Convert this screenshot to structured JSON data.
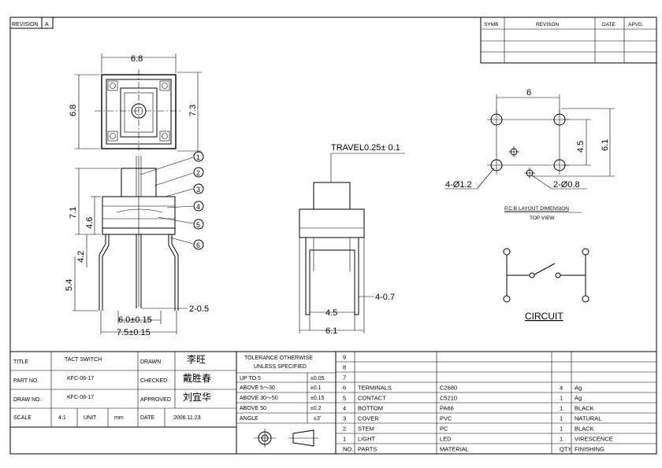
{
  "revision": {
    "label": "REVISION",
    "value": "A"
  },
  "rev_table": {
    "headers": [
      "SYMB",
      "REVISON",
      "DATE",
      "APVD."
    ]
  },
  "title_block": {
    "rows": [
      {
        "label": "TITLE",
        "value": "TACT SWITCH",
        "sign_label": "DRAWN",
        "sign": "李旺"
      },
      {
        "label": "PART NO.",
        "value": "KFC-06-17",
        "sign_label": "CHECKED",
        "sign": "戴胜春"
      },
      {
        "label": "DRAW NO.",
        "value": "KFC-06-17",
        "sign_label": "APPROVED",
        "sign": "刘宜华"
      }
    ],
    "scale_label": "SCALE",
    "scale": "4:1",
    "unit_label": "UNIT",
    "unit": "mm",
    "date_label": "DATE",
    "date": "2006.11.23"
  },
  "tolerance": {
    "header1": "TOLERANCE OTHERWISE",
    "header2": "UNLESS SPECIFIED",
    "rows": [
      {
        "range": "UP TO 5",
        "tol": "±0.05"
      },
      {
        "range": "ABOVE 5～30",
        "tol": "±0.1"
      },
      {
        "range": "ABOVE 30～50",
        "tol": "±0.15"
      },
      {
        "range": "ABOVE 50",
        "tol": "±0.2"
      },
      {
        "range": "ANGLE",
        "tol": "±3'"
      }
    ]
  },
  "parts": {
    "header": {
      "no": "NO.",
      "part": "PARTS",
      "material": "MATERIAL",
      "qty": "QTY.",
      "finish": "FINISHING"
    },
    "rows": [
      {
        "no": "9",
        "part": "",
        "material": "",
        "qty": "",
        "finish": ""
      },
      {
        "no": "8",
        "part": "",
        "material": "",
        "qty": "",
        "finish": ""
      },
      {
        "no": "7",
        "part": "",
        "material": "",
        "qty": "",
        "finish": ""
      },
      {
        "no": "6",
        "part": "TERMINALS",
        "material": "C2680",
        "qty": "4",
        "finish": "Ag"
      },
      {
        "no": "5",
        "part": "CONTACT",
        "material": "C5210",
        "qty": "1",
        "finish": "Ag"
      },
      {
        "no": "4",
        "part": "BOTTOM",
        "material": "PA66",
        "qty": "1",
        "finish": "BLACK"
      },
      {
        "no": "3",
        "part": "COVER",
        "material": "PVC",
        "qty": "1",
        "finish": "NATURAL"
      },
      {
        "no": "2",
        "part": "STEM",
        "material": "PC",
        "qty": "1",
        "finish": "BLACK"
      },
      {
        "no": "1",
        "part": "LIGHT",
        "material": "LED",
        "qty": "1",
        "finish": "VIRESCENCE"
      }
    ]
  },
  "dims": {
    "top_w": "6.8",
    "top_h": "6.8",
    "top_h2": "7.3",
    "s71": "7.1",
    "s46": "4.6",
    "s42": "4.2",
    "s54": "5.4",
    "s20": "2-0.5",
    "s60": "6.0±0.15",
    "s75": "7.5±0.15",
    "travel": "TRAVEL0.25± 0.1",
    "f47": "4-0.7",
    "f45": "4.5",
    "f61": "6.1",
    "p6": "6",
    "p45": "4.5",
    "p61": "6.1",
    "p12": "4-Ø1.2",
    "p08": "2-Ø0.8"
  },
  "balloons": [
    "1",
    "2",
    "3",
    "4",
    "5",
    "6"
  ],
  "pcb_title": "P.C.B LAYOUT DIMENSION",
  "pcb_sub": "TOP VIEW",
  "circuit_title": "CIRCUIT"
}
